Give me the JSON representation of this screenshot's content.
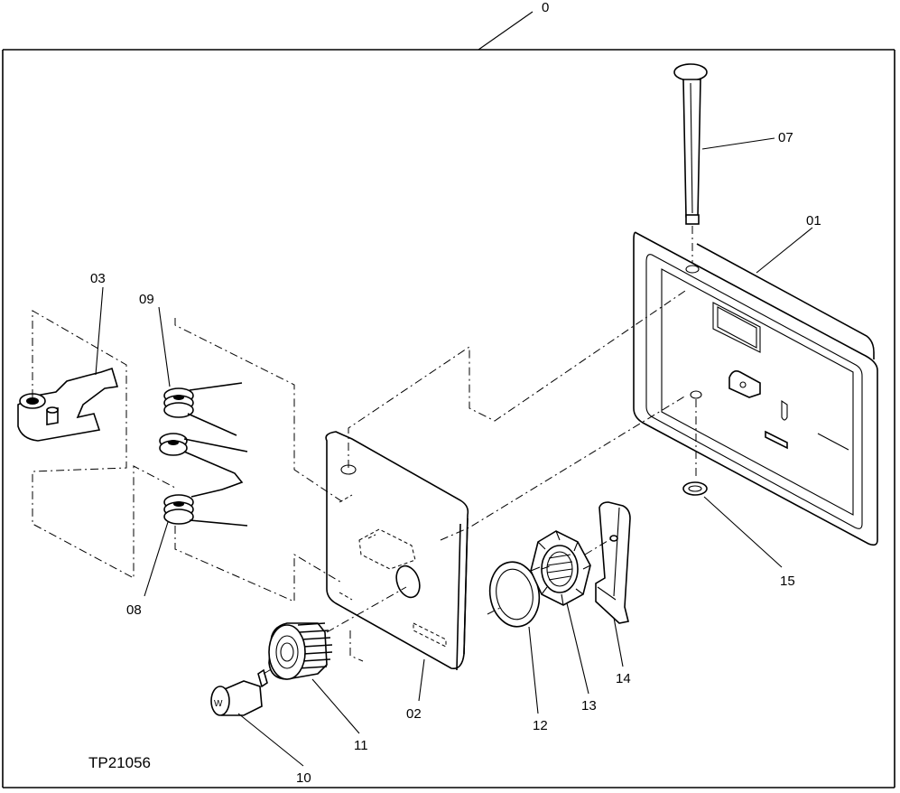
{
  "diagram": {
    "figure_id": "TP21056",
    "labels": {
      "assembly": "0",
      "p01": "01",
      "p02": "02",
      "p03": "03",
      "p07": "07",
      "p08": "08",
      "p09": "09",
      "p10": "10",
      "p11": "11",
      "p12": "12",
      "p13": "13",
      "p14": "14",
      "p15": "15"
    }
  }
}
